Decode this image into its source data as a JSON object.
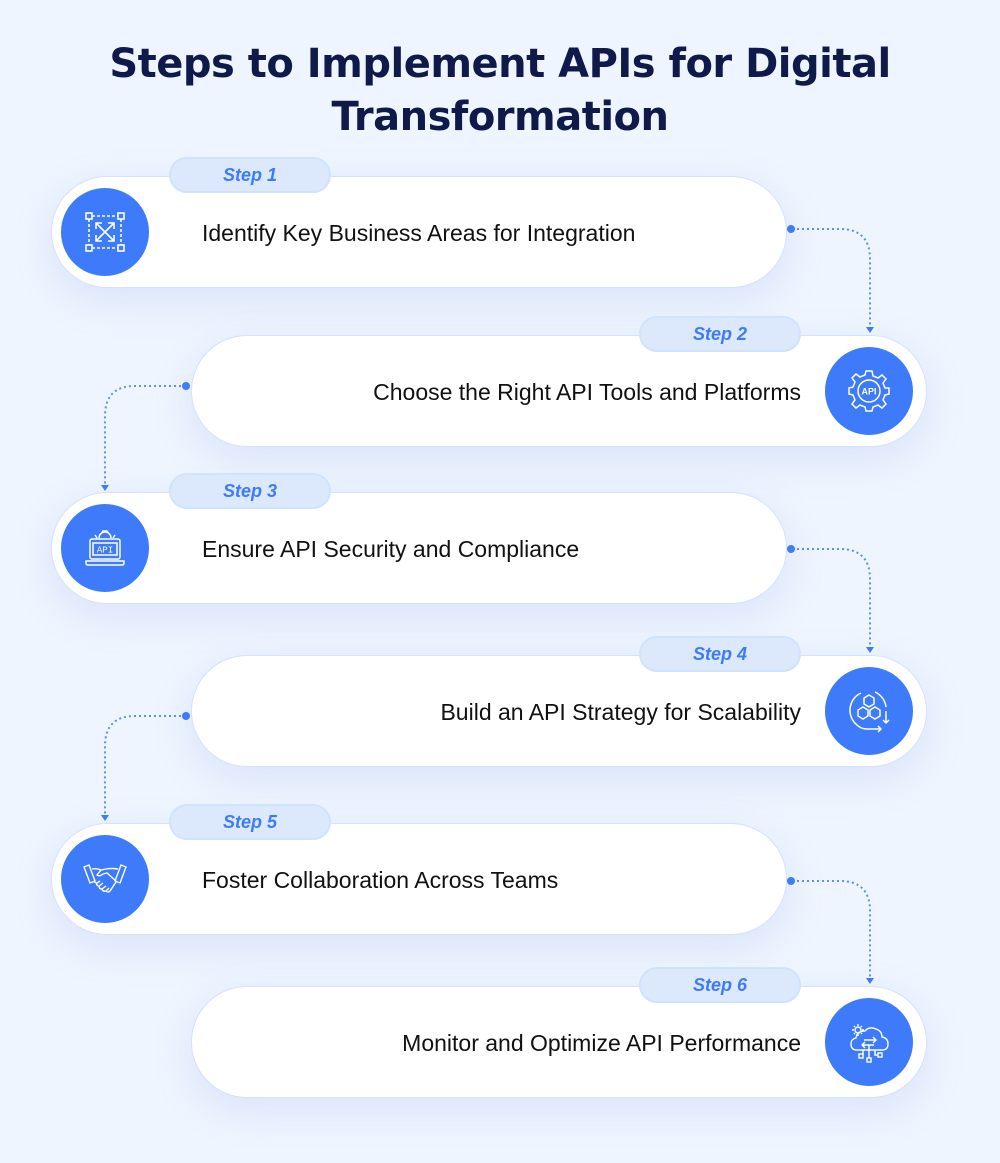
{
  "title": {
    "line1": "Steps to Implement APIs for Digital",
    "line2": "Transformation"
  },
  "colors": {
    "background": "#eef5fe",
    "accent": "#3d7bfb",
    "title": "#0f1a4a",
    "pill_bg": "#dce8fb",
    "card_bg": "#ffffff"
  },
  "steps": [
    {
      "badge": "Step 1",
      "text": "Identify Key Business Areas for Integration",
      "icon": "expand-arrows-icon",
      "side": "left"
    },
    {
      "badge": "Step 2",
      "text": "Choose the Right API Tools and Platforms",
      "icon": "api-gear-icon",
      "side": "right"
    },
    {
      "badge": "Step 3",
      "text": "Ensure API Security and Compliance",
      "icon": "api-laptop-icon",
      "side": "left"
    },
    {
      "badge": "Step 4",
      "text": "Build an API Strategy for Scalability",
      "icon": "hexagon-cycle-icon",
      "side": "right"
    },
    {
      "badge": "Step 5",
      "text": "Foster Collaboration Across Teams",
      "icon": "handshake-icon",
      "side": "left"
    },
    {
      "badge": "Step 6",
      "text": "Monitor and Optimize API Performance",
      "icon": "cloud-network-icon",
      "side": "right"
    }
  ]
}
